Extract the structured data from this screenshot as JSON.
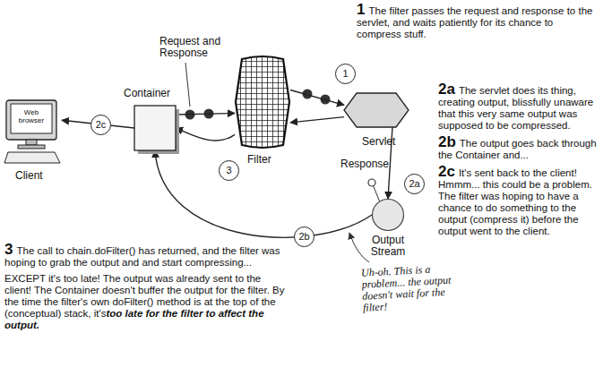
{
  "diagram": {
    "nodes": [
      {
        "text": [
          "Web browser",
          "Client"
        ]
      },
      {
        "text": [
          "Container"
        ]
      },
      {
        "text": [
          "Filter"
        ]
      },
      {
        "text": [
          "Servlet"
        ]
      },
      {
        "text": [
          "Output Stream"
        ]
      }
    ],
    "edges": [
      {
        "from": 1,
        "to": 2,
        "arrow": "to"
      },
      {
        "from": 2,
        "to": 3,
        "arrow": "to"
      },
      {
        "from": 3,
        "to": 2,
        "arrow": "to"
      },
      {
        "from": 2,
        "to": 1,
        "arrow": "to"
      },
      {
        "from": 3,
        "to": 4,
        "arrow": "to"
      },
      {
        "from": 4,
        "to": 1,
        "arrow": "to"
      },
      {
        "from": 1,
        "to": 0,
        "arrow": "to"
      }
    ],
    "labels": [
      "Request and Response",
      "1",
      "2c",
      "3",
      "2b",
      "2a",
      "Response",
      "Uh-oh. This is a problem... the output doesn't wait for the filter!",
      "1",
      "The filter passes the request and response to the servlet, and waits patiently for its chance to compress stuff.",
      "2a",
      "The servlet does its thing, creating output, blissfully unaware that this very same output was supposed to be compressed.",
      "2b",
      "The output goes back through the Container and...",
      "2c",
      "It's sent back to the client! Hmmm... this could be a problem. The filter was hoping to have a chance to do something to the output (compress it) before the output went to the client.",
      "3",
      "The call to chain.doFilter() has returned, and the filter was hoping to grab the output and and start compressing...",
      "EXCEPT it's too late! The output was already sent to the client! The Container doesn't buffer the output for the filter. By the time the filter's own doFilter() method is at the top of the (conceptual) stack, it's",
      "too late for the filter to affect the output."
    ]
  }
}
